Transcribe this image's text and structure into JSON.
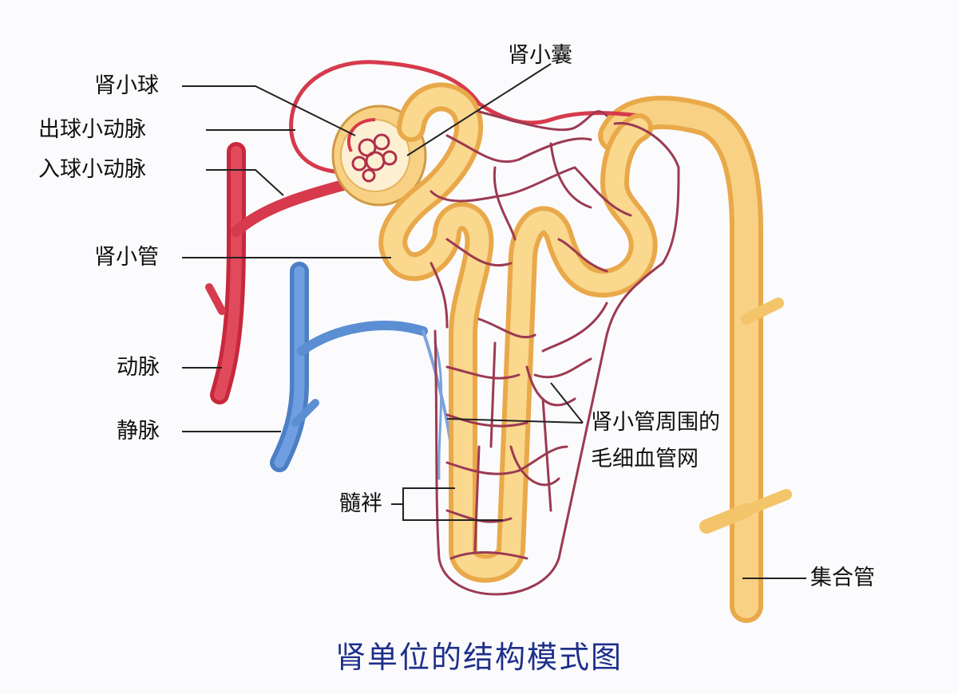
{
  "diagram": {
    "title": "肾单位的结构模式图",
    "labels": {
      "glomerulus": "肾小球",
      "capsule": "肾小囊",
      "efferent_arteriole": "出球小动脉",
      "afferent_arteriole": "入球小动脉",
      "renal_tubule": "肾小管",
      "artery": "动脉",
      "vein": "静脉",
      "capillary_network_line1": "肾小管周围的",
      "capillary_network_line2": "毛细血管网",
      "loop_of_henle": "髓袢",
      "collecting_duct": "集合管"
    },
    "colors": {
      "artery": "#d63a4c",
      "vein": "#5b8ed3",
      "tubule": "#f4c46a",
      "capillary": "#9c3a52",
      "title": "#1e2f8a",
      "leader_line": "#222222"
    }
  }
}
